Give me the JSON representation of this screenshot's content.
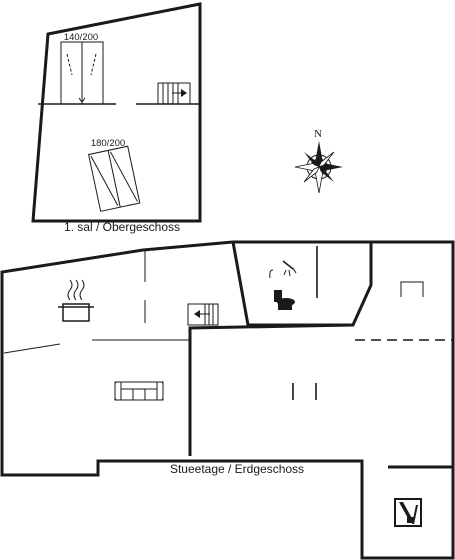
{
  "upper_floor": {
    "label": "1. sal / Obergeschoss",
    "bed_top": "140/200",
    "bed_bottom": "180/200"
  },
  "ground_floor": {
    "label": "Stueetage / Erdgeschoss"
  },
  "compass": {
    "north": "N"
  }
}
